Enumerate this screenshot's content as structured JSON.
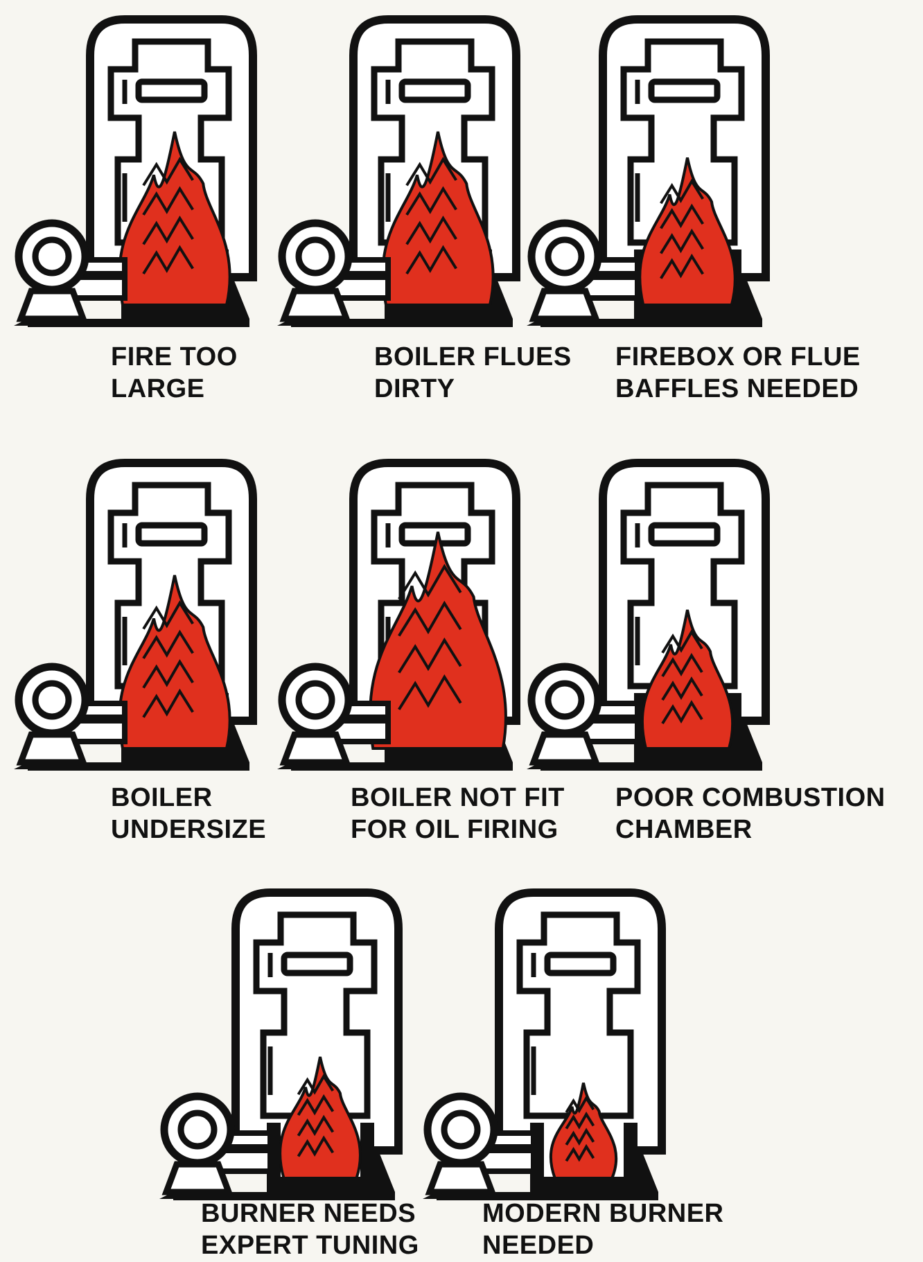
{
  "colors": {
    "ink": "#111111",
    "flame": "#e0301e",
    "paper": "#f7f6f1",
    "body": "#ffffff"
  },
  "panels": [
    {
      "id": "fire-too-large",
      "caption": [
        "FIRE TOO",
        "LARGE"
      ],
      "flame_size": 1.0
    },
    {
      "id": "boiler-flues-dirty",
      "caption": [
        "BOILER FLUES",
        "DIRTY"
      ],
      "flame_size": 1.0
    },
    {
      "id": "firebox-or-flue-baffles-needed",
      "caption": [
        "FIREBOX OR FLUE",
        "BAFFLES NEEDED"
      ],
      "flame_size": 0.85
    },
    {
      "id": "boiler-undersize",
      "caption": [
        "BOILER",
        "UNDERSIZE"
      ],
      "flame_size": 1.0
    },
    {
      "id": "boiler-not-fit-for-oil-firing",
      "caption": [
        "BOILER NOT FIT",
        "FOR OIL FIRING"
      ],
      "flame_size": 1.25
    },
    {
      "id": "poor-combustion-chamber",
      "caption": [
        "POOR COMBUSTION",
        "CHAMBER"
      ],
      "flame_size": 0.8
    },
    {
      "id": "burner-needs-expert-tuning",
      "caption": [
        "BURNER NEEDS",
        "EXPERT TUNING"
      ],
      "flame_size": 0.7
    },
    {
      "id": "modern-burner-needed",
      "caption": [
        "MODERN BURNER",
        "NEEDED"
      ],
      "flame_size": 0.55
    }
  ]
}
